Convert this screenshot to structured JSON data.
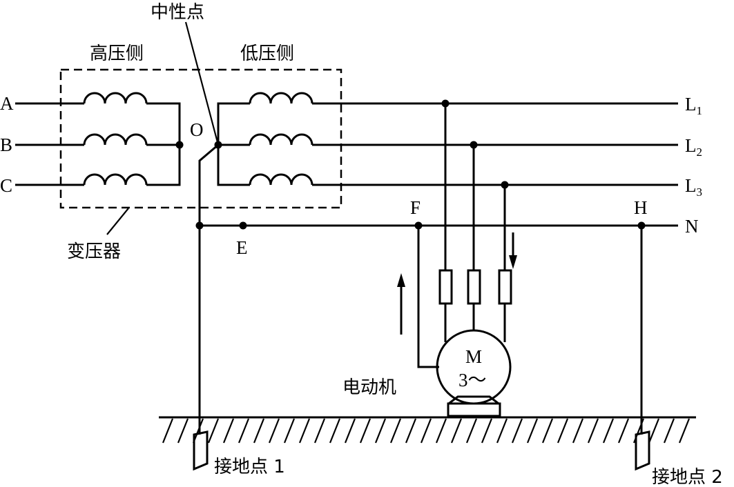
{
  "labels": {
    "neutral_point": "中性点",
    "high_side": "高压侧",
    "low_side": "低压侧",
    "transformer": "变压器",
    "motor_name": "电动机",
    "motor_symbol": "M",
    "motor_phase": "3～",
    "ground_point_1": "接地点 1",
    "ground_point_2": "接地点 2",
    "input_a": "A",
    "input_b": "B",
    "input_c": "C",
    "node_o": "O",
    "node_e": "E",
    "node_f": "F",
    "node_h": "H",
    "line_l": "L",
    "l1_sub": "1",
    "l2_sub": "2",
    "l3_sub": "3",
    "line_n": "N"
  }
}
